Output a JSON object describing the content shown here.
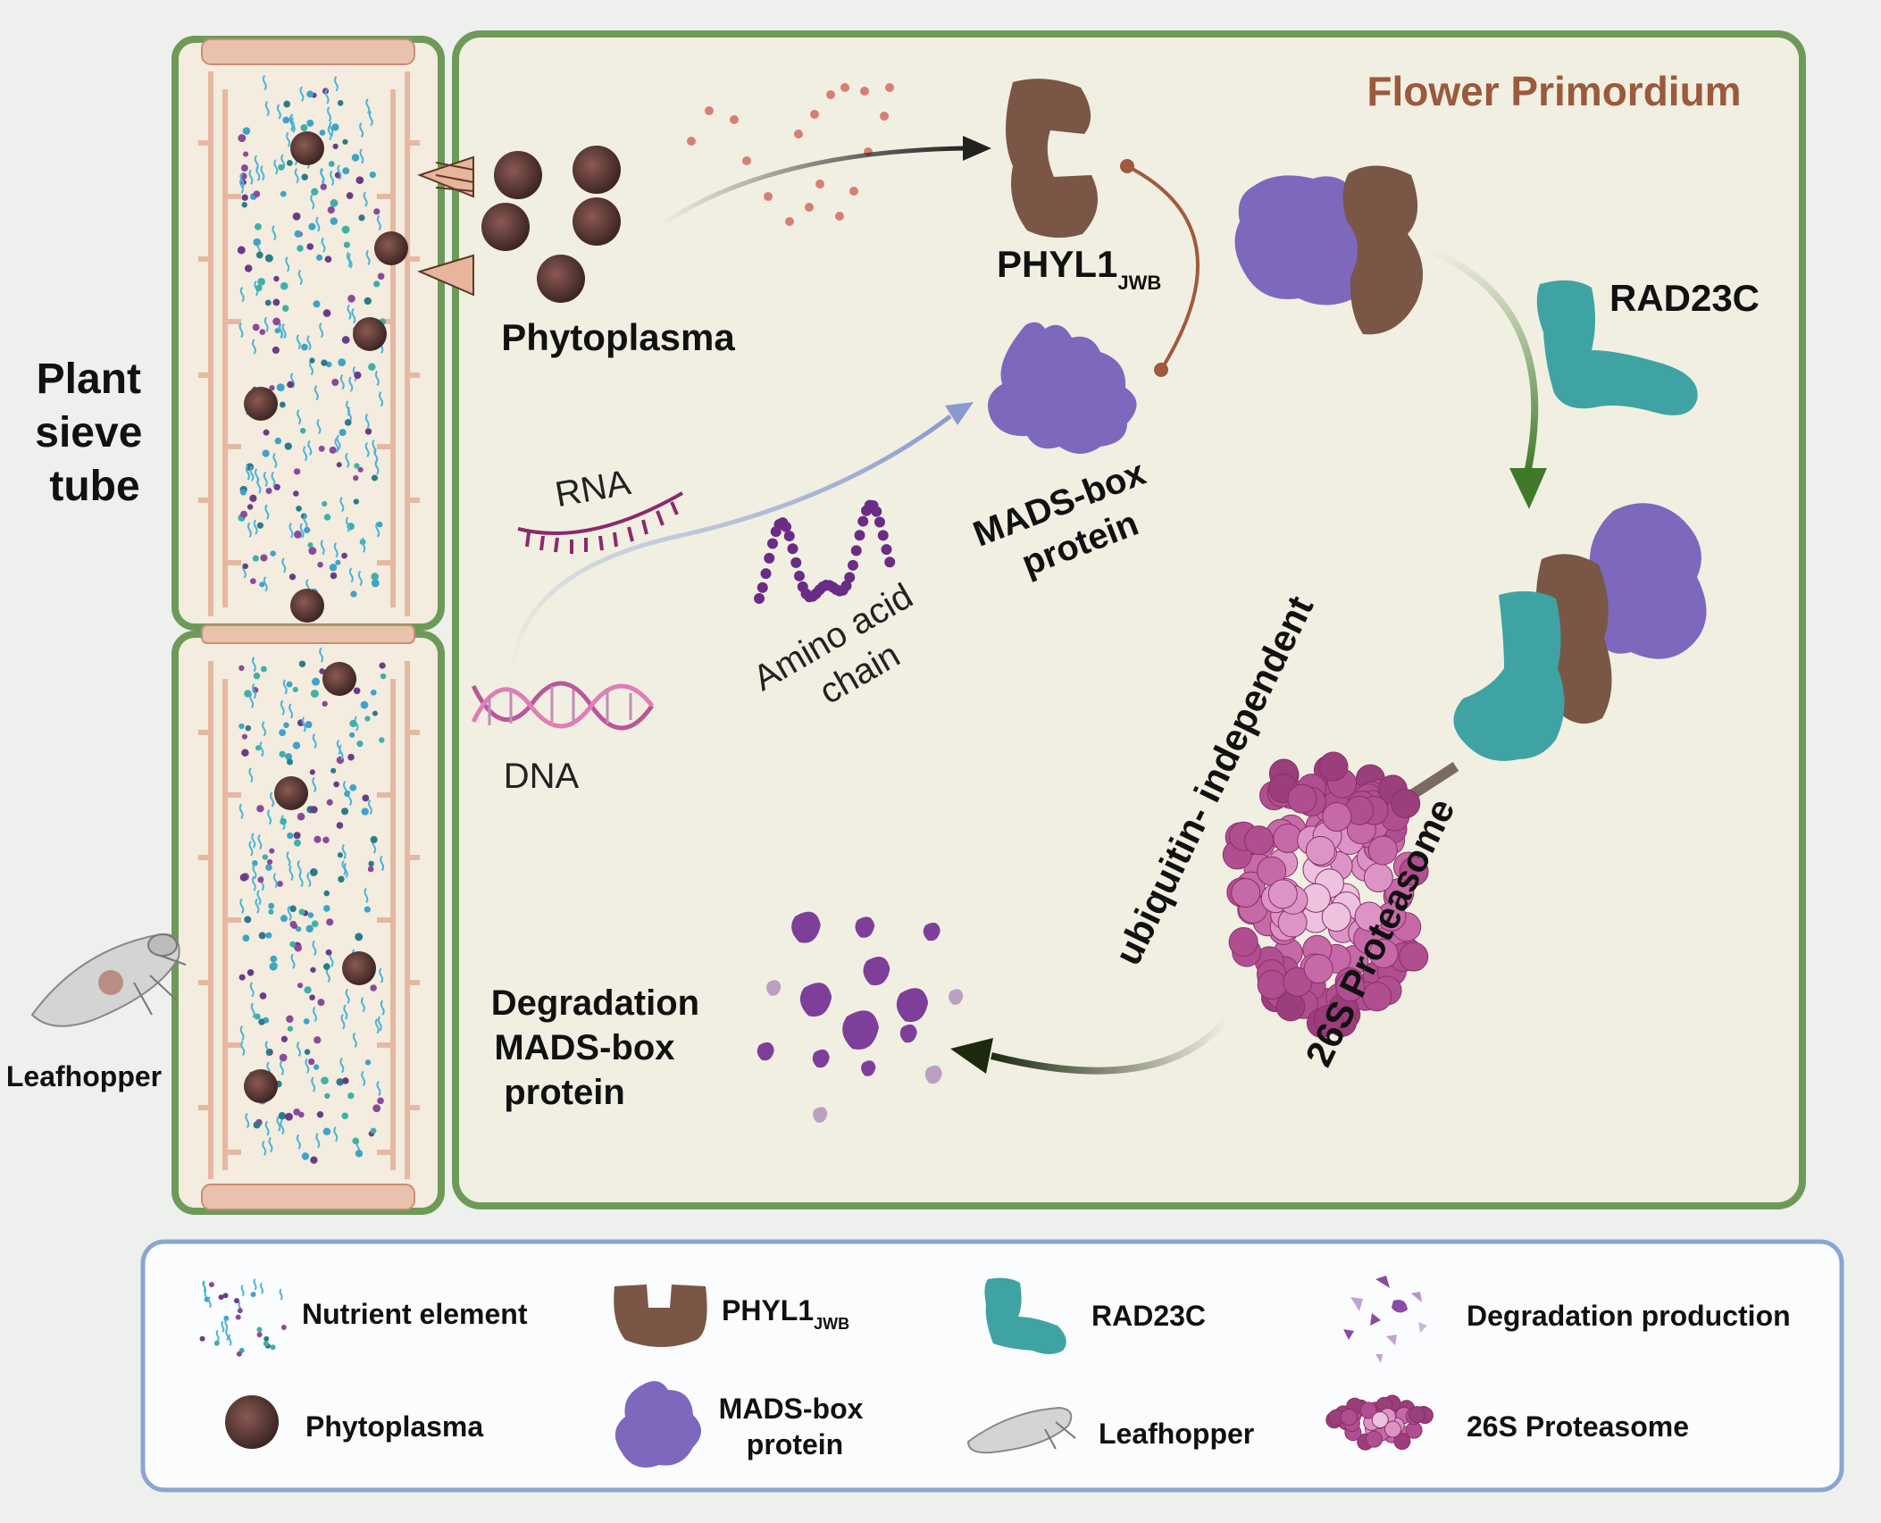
{
  "labels": {
    "flower_primordium": "Flower Primordium",
    "plant_sieve_tube": [
      "Plant",
      "sieve",
      "tube"
    ],
    "phytoplasma": "Phytoplasma",
    "phyl1_main": "PHYL1",
    "phyl1_sub": "JWB",
    "rad23c": "RAD23C",
    "mads_box": [
      "MADS-box",
      "protein"
    ],
    "rna": "RNA",
    "dna": "DNA",
    "amino_acid": [
      "Amino acid",
      "chain"
    ],
    "ubiquitin": "ubiquitin- independent",
    "proteasome": "26S Proteasome",
    "degradation": [
      "Degradation",
      "MADS-box",
      "protein"
    ],
    "leafhopper": "Leafhopper"
  },
  "legend": {
    "nutrient": "Nutrient element",
    "phyl1_main": "PHYL1",
    "phyl1_sub": "JWB",
    "rad23c": "RAD23C",
    "degradation_production": "Degradation production",
    "phytoplasma": "Phytoplasma",
    "mads_box": [
      "MADS-box",
      "protein"
    ],
    "leafhopper": "Leafhopper",
    "proteasome": "26S Proteasome"
  },
  "colors": {
    "cell_fill": "#f1efe2",
    "cell_border": "#6e9a58",
    "sieve_fill": "#f3ecdf",
    "phyl1": "#7a5646",
    "mads": "#7d68bd",
    "rad23c": "#3fa3a3",
    "phytoplasma": "#5b3a36",
    "proteasome": "#b04f8f",
    "title_brown": "#9a5a3c",
    "legend_border": "#8aa5d2"
  }
}
